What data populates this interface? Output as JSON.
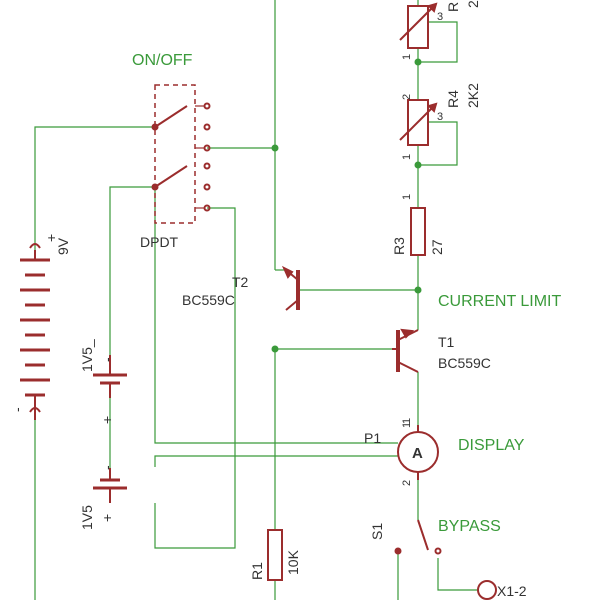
{
  "colors": {
    "wire": "#3a9a3a",
    "component": "#9b2d2d",
    "junction": "#3a9a3a",
    "text_green": "#3a9a3a",
    "text_dark": "#333333"
  },
  "labels": {
    "switch_title": "ON/OFF",
    "switch_type": "DPDT",
    "battery_9v_value": "9V",
    "battery_9v_plus": "+",
    "battery_9v_minus": "-",
    "cell1_name": "1V5_",
    "cell1_plus": "+",
    "cell1_minus": "-",
    "cell2_name": "1V5",
    "cell2_plus": "+",
    "cell2_minus": "-",
    "t2_name": "T2",
    "t2_part": "BC559C",
    "t1_name": "T1",
    "t1_part": "BC559C",
    "current_limit": "CURRENT LIMIT",
    "display": "DISPLAY",
    "bypass": "BYPASS",
    "p1_name": "P1",
    "meter_symbol": "A",
    "s1_name": "S1",
    "r1_name": "R1",
    "r1_value": "10K",
    "r3_name": "R3",
    "r3_value": "27",
    "r4_name": "R4",
    "r4_value": "2K2",
    "r5_name": "R",
    "r5_value": "2",
    "x1_name": "X1-2",
    "pin_1": "1",
    "pin_2": "2",
    "pin_3": "3"
  }
}
